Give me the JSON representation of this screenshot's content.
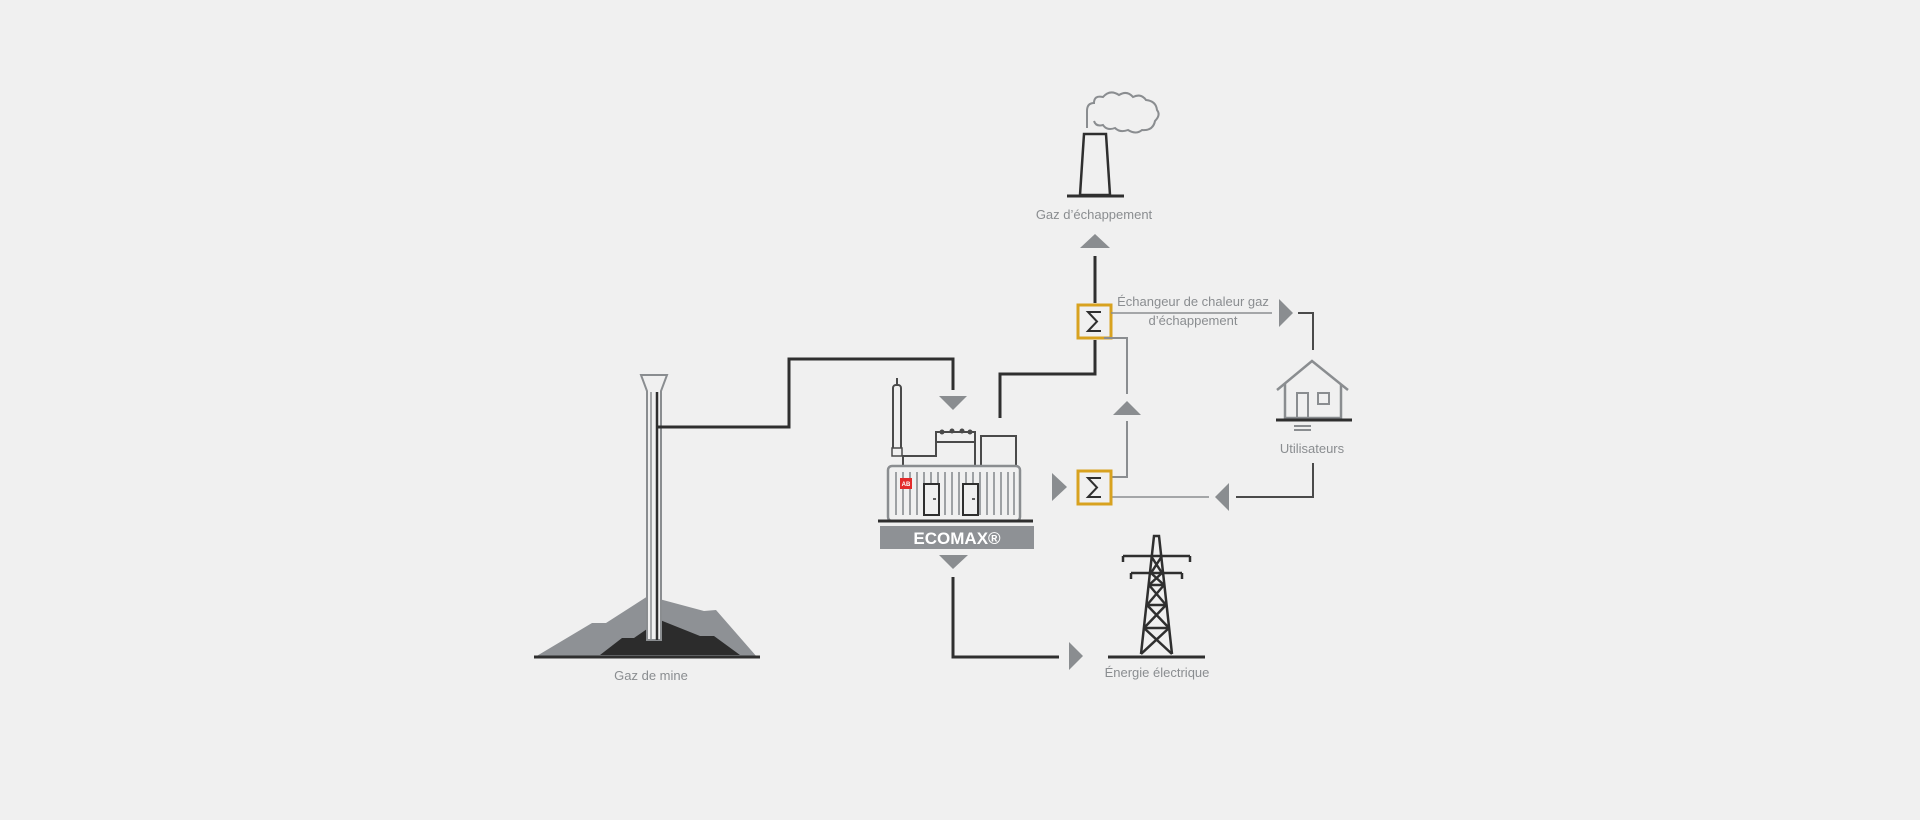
{
  "nodes": {
    "mine": {
      "label": "Gaz de mine"
    },
    "exhaust": {
      "label": "Gaz d’échappement"
    },
    "heat_exchanger": {
      "label_line1": "Échangeur de chaleur gaz",
      "label_line2": "d’échappement"
    },
    "users": {
      "label": "Utilisateurs"
    },
    "power": {
      "label": "Énergie électrique"
    },
    "generator": {
      "brand": "ECOMAX®",
      "logo": "AB"
    }
  },
  "colors": {
    "background": "#f0f0f0",
    "line_dark": "#2f2f2f",
    "line_grey": "#8a8d90",
    "exchanger_frame": "#d8a21f",
    "brand_bar": "#8e9195",
    "logo_red": "#e32b2b"
  },
  "icons": [
    "mine-heap-icon",
    "gas-pipe-icon",
    "chimney-icon",
    "smoke-cloud-icon",
    "heat-exchanger-icon",
    "house-icon",
    "pylon-icon",
    "generator-icon",
    "flow-arrow-icon"
  ]
}
